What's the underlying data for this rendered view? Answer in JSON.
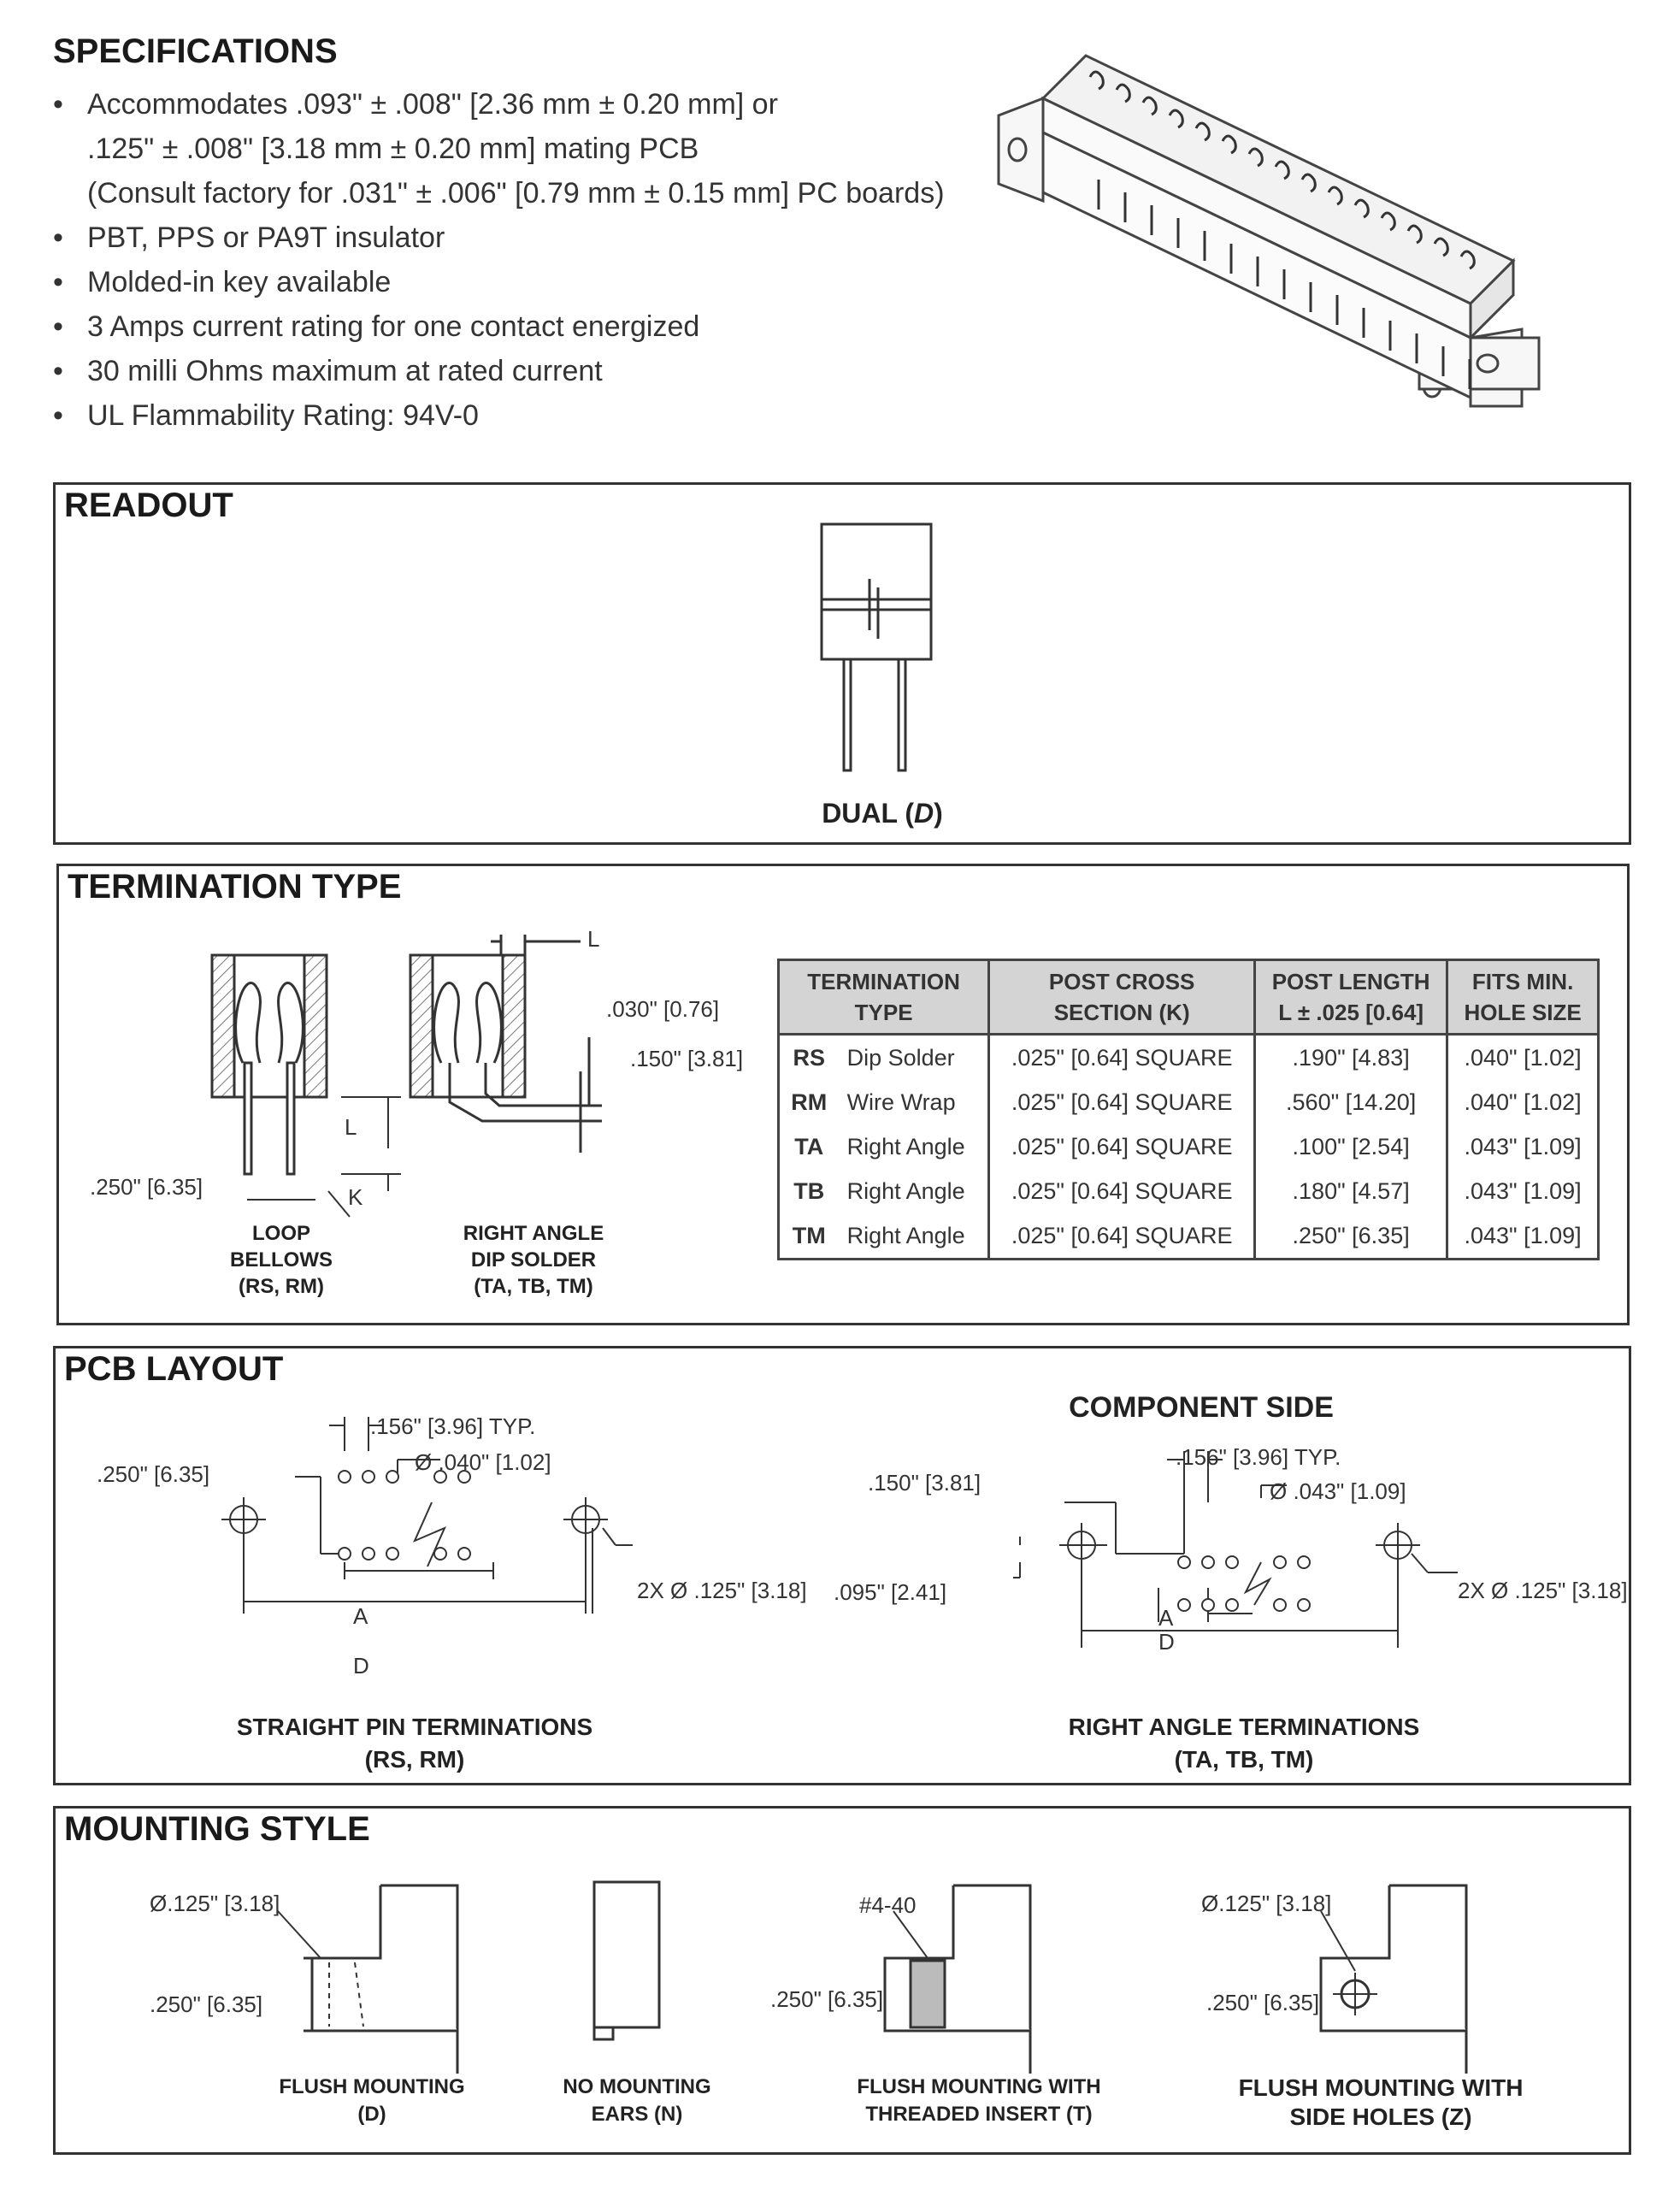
{
  "specifications": {
    "title": "SPECIFICATIONS",
    "bullet_symbol": "•",
    "items": [
      {
        "text": "Accommodates .093\" ± .008\" [2.36 mm ± 0.20 mm] or",
        "cont1": ".125\" ± .008\" [3.18 mm ± 0.20 mm] mating PCB",
        "cont2": "(Consult factory for .031\" ± .006\" [0.79 mm ± 0.15 mm] PC boards)"
      },
      {
        "text": "PBT, PPS or PA9T insulator"
      },
      {
        "text": "Molded-in key available"
      },
      {
        "text": "3 Amps current rating for one contact energized"
      },
      {
        "text": "30 milli Ohms maximum at rated current"
      },
      {
        "text": "UL Flammability Rating: 94V-0"
      }
    ]
  },
  "readout": {
    "title": "READOUT",
    "caption_main": "DUAL (",
    "caption_italic": "D",
    "caption_end": ")"
  },
  "termination": {
    "title": "TERMINATION TYPE",
    "dims": {
      "dim_250": ".250\" [6.35]",
      "dim_030": ".030\" [0.76]",
      "dim_150": ".150\" [3.81]",
      "L1": "L",
      "L2": "L",
      "K": "K"
    },
    "caption_loop": [
      "LOOP",
      "BELLOWS",
      "(RS, RM)"
    ],
    "caption_right": [
      "RIGHT ANGLE",
      "DIP SOLDER",
      "(TA, TB, TM)"
    ],
    "table": {
      "headers": [
        [
          "TERMINATION",
          "TYPE"
        ],
        [
          "POST CROSS",
          "SECTION (K)"
        ],
        [
          "POST LENGTH",
          "L ± .025 [0.64]"
        ],
        [
          "FITS MIN.",
          "HOLE SIZE"
        ]
      ],
      "rows": [
        {
          "code": "RS",
          "desc": "Dip Solder",
          "post": ".025\" [0.64] SQUARE",
          "length": ".190\" [4.83]",
          "hole": ".040\" [1.02]"
        },
        {
          "code": "RM",
          "desc": "Wire Wrap",
          "post": ".025\" [0.64] SQUARE",
          "length": ".560\" [14.20]",
          "hole": ".040\" [1.02]"
        },
        {
          "code": "TA",
          "desc": "Right Angle",
          "post": ".025\" [0.64] SQUARE",
          "length": ".100\" [2.54]",
          "hole": ".043\" [1.09]"
        },
        {
          "code": "TB",
          "desc": "Right Angle",
          "post": ".025\" [0.64] SQUARE",
          "length": ".180\" [4.57]",
          "hole": ".043\" [1.09]"
        },
        {
          "code": "TM",
          "desc": "Right Angle",
          "post": ".025\" [0.64] SQUARE",
          "length": ".250\" [6.35]",
          "hole": ".043\" [1.09]"
        }
      ]
    }
  },
  "pcb": {
    "title": "PCB LAYOUT",
    "component_side": "COMPONENT SIDE",
    "left": {
      "pitch": ".156\" [3.96] TYP.",
      "hole": "Ø .040\" [1.02]",
      "offset": ".250\" [6.35]",
      "mount": "2X Ø .125\" [3.18]",
      "A": "A",
      "D": "D",
      "caption": [
        "STRAIGHT PIN TERMINATIONS",
        "(RS, RM)"
      ]
    },
    "right": {
      "pitch": ".156\" [3.96] TYP.",
      "hole": "Ø .043\" [1.09]",
      "offset1": ".150\" [3.81]",
      "offset2": ".095\" [2.41]",
      "mount": "2X Ø .125\" [3.18]",
      "A": "A",
      "D": "D",
      "caption": [
        "RIGHT ANGLE TERMINATIONS",
        "(TA, TB, TM)"
      ]
    }
  },
  "mounting": {
    "title": "MOUNTING STYLE",
    "flush": {
      "hole": "Ø.125\" [3.18]",
      "dim": ".250\" [6.35]",
      "caption": [
        "FLUSH MOUNTING",
        "(D)"
      ]
    },
    "noears": {
      "caption": [
        "NO MOUNTING",
        "EARS (N)"
      ]
    },
    "threaded": {
      "thread": "#4-40",
      "dim": ".250\" [6.35]",
      "caption": [
        "FLUSH MOUNTING WITH",
        "THREADED INSERT (T)"
      ]
    },
    "sideholes": {
      "hole": "Ø.125\" [3.18]",
      "dim": ".250\" [6.35]",
      "caption": [
        "FLUSH MOUNTING WITH",
        "SIDE HOLES (Z)"
      ]
    }
  }
}
